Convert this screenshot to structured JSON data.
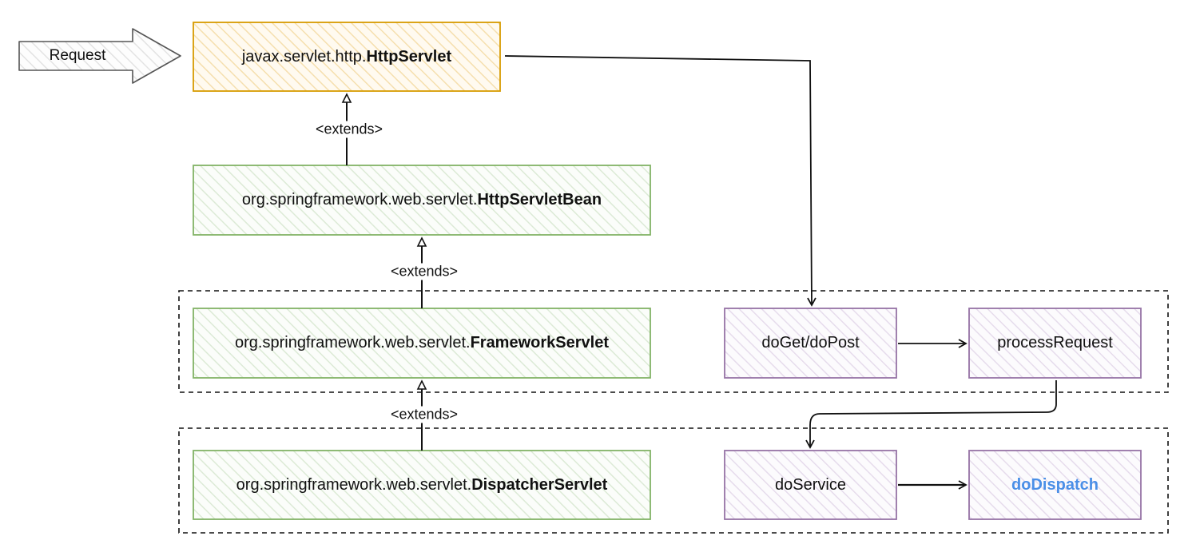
{
  "request_label": "Request",
  "classes": {
    "http_servlet": {
      "prefix": "javax.servlet.http.",
      "name": "HttpServlet"
    },
    "http_servlet_bean": {
      "prefix": "org.springframework.web.servlet.",
      "name": "HttpServletBean"
    },
    "framework_servlet": {
      "prefix": "org.springframework.web.servlet.",
      "name": "FrameworkServlet"
    },
    "dispatcher_servlet": {
      "prefix": "org.springframework.web.servlet.",
      "name": "DispatcherServlet"
    }
  },
  "methods": {
    "do_get_post": "doGet/doPost",
    "process_request": "processRequest",
    "do_service": "doService",
    "do_dispatch": "doDispatch"
  },
  "relations": {
    "extends_1": "<extends>",
    "extends_2": "<extends>",
    "extends_3": "<extends>"
  },
  "colors": {
    "orange_stroke": "#d79b00",
    "orange_fill": "#fff2cc",
    "green_stroke": "#82b366",
    "green_fill": "#d5e8d4",
    "purple_stroke": "#9673a6",
    "purple_fill": "#e1d5e7",
    "highlight_text": "#4a8fe7"
  }
}
